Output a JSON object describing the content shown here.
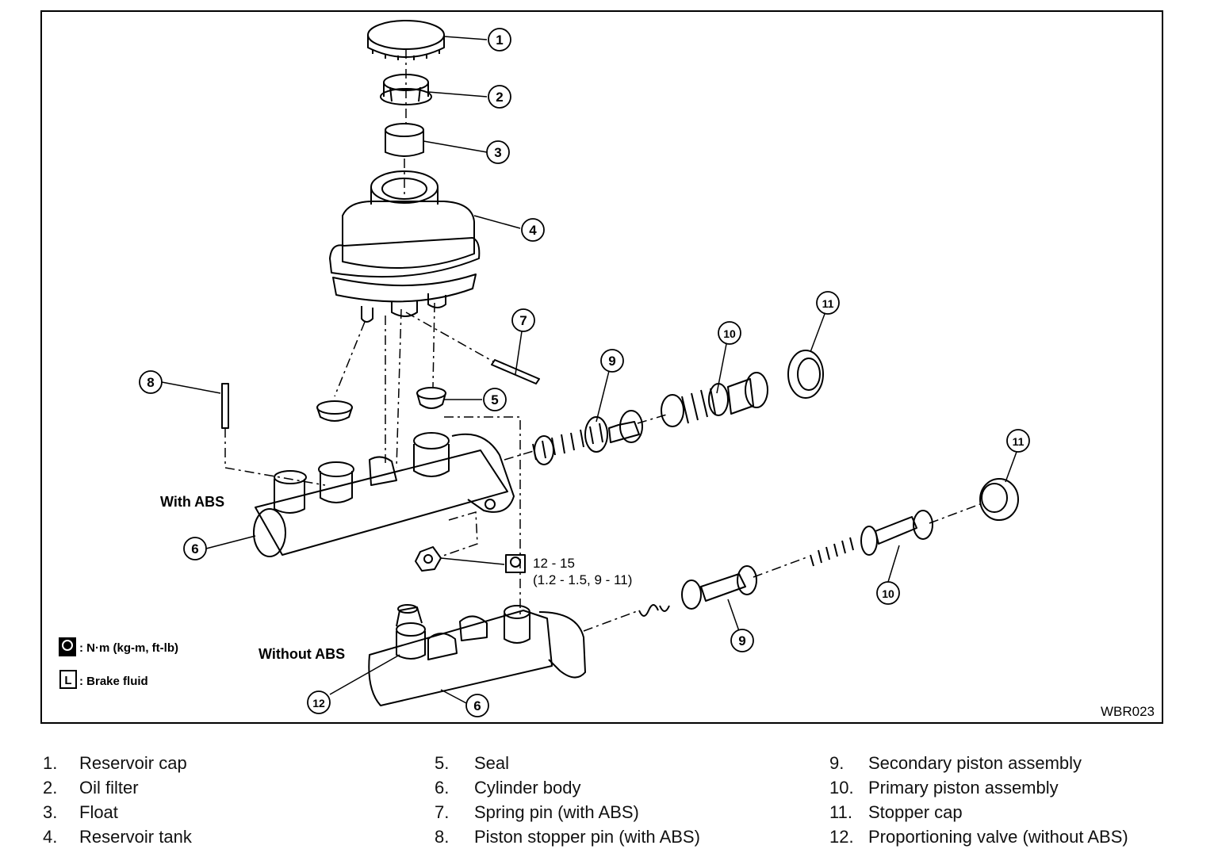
{
  "diagram": {
    "code": "WBR023",
    "variant_with_abs": "With ABS",
    "variant_without_abs": "Without ABS",
    "torque_spec": "12 - 15",
    "torque_spec_alt": "(1.2 - 1.5, 9 - 11)",
    "legend_torque_text": ": N·m (kg-m, ft-lb)",
    "legend_fluid_symbol": "L",
    "legend_fluid_text": ": Brake fluid",
    "callouts": [
      "1",
      "2",
      "3",
      "4",
      "5",
      "6",
      "7",
      "8",
      "9",
      "10",
      "11",
      "12"
    ]
  },
  "legend": {
    "items": [
      {
        "num": "1.",
        "label": "Reservoir cap"
      },
      {
        "num": "2.",
        "label": "Oil filter"
      },
      {
        "num": "3.",
        "label": "Float"
      },
      {
        "num": "4.",
        "label": "Reservoir tank"
      },
      {
        "num": "5.",
        "label": "Seal"
      },
      {
        "num": "6.",
        "label": "Cylinder body"
      },
      {
        "num": "7.",
        "label": "Spring pin (with ABS)"
      },
      {
        "num": "8.",
        "label": "Piston stopper pin (with ABS)"
      },
      {
        "num": "9.",
        "label": "Secondary piston assembly"
      },
      {
        "num": "10.",
        "label": "Primary piston assembly"
      },
      {
        "num": "11.",
        "label": "Stopper cap"
      },
      {
        "num": "12.",
        "label": "Proportioning valve (without ABS)"
      }
    ]
  }
}
